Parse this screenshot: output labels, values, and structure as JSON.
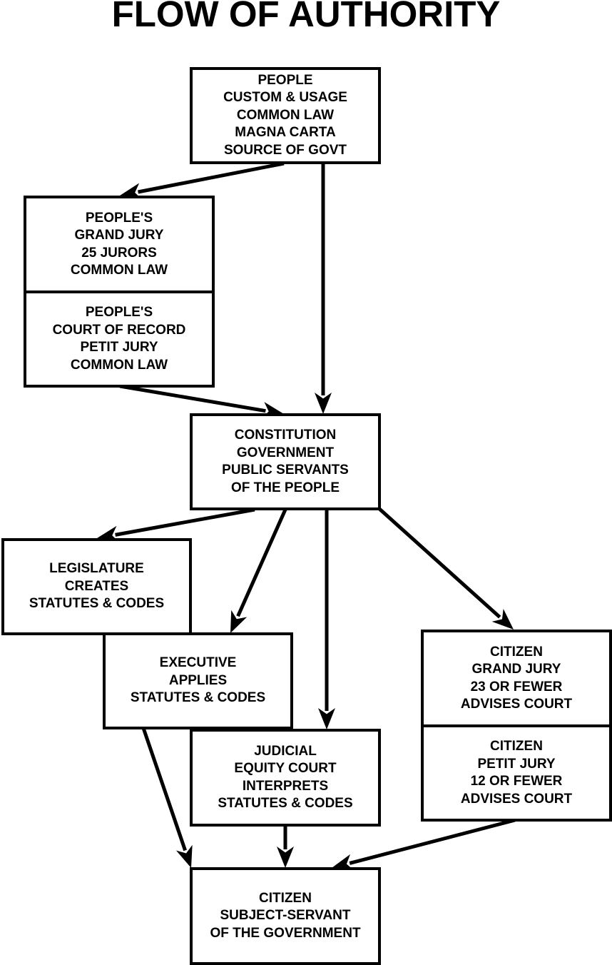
{
  "title": "FLOW OF AUTHORITY",
  "colors": {
    "line": "#000000",
    "background": "#ffffff"
  },
  "boxes": {
    "people": {
      "lines": [
        "PEOPLE",
        "CUSTOM & USAGE",
        "COMMON LAW",
        "MAGNA CARTA",
        "SOURCE OF GOVT"
      ]
    },
    "peoples_grand_jury": {
      "lines": [
        "PEOPLE'S",
        "GRAND JURY",
        "25 JURORS",
        "COMMON LAW"
      ]
    },
    "peoples_court_of_record": {
      "lines": [
        "PEOPLE'S",
        "COURT OF RECORD",
        "PETIT JURY",
        "COMMON LAW"
      ]
    },
    "constitution": {
      "lines": [
        "CONSTITUTION",
        "GOVERNMENT",
        "PUBLIC SERVANTS",
        "OF THE PEOPLE"
      ]
    },
    "legislature": {
      "lines": [
        "LEGISLATURE",
        "CREATES",
        "STATUTES & CODES"
      ]
    },
    "executive": {
      "lines": [
        "EXECUTIVE",
        "APPLIES",
        "STATUTES & CODES"
      ]
    },
    "judicial": {
      "lines": [
        "JUDICIAL",
        "EQUITY COURT",
        "INTERPRETS",
        "STATUTES & CODES"
      ]
    },
    "citizen_grand_jury": {
      "lines": [
        "CITIZEN",
        "GRAND JURY",
        "23 OR FEWER",
        "ADVISES COURT"
      ]
    },
    "citizen_petit_jury": {
      "lines": [
        "CITIZEN",
        "PETIT JURY",
        "12 OR FEWER",
        "ADVISES COURT"
      ]
    },
    "citizen": {
      "lines": [
        "CITIZEN",
        "SUBJECT-SERVANT",
        "OF THE GOVERNMENT"
      ]
    }
  },
  "edges": [
    {
      "from": "people",
      "to": "peoples_grand_jury"
    },
    {
      "from": "people",
      "to": "constitution"
    },
    {
      "from": "peoples_court_of_record",
      "to": "constitution"
    },
    {
      "from": "constitution",
      "to": "legislature"
    },
    {
      "from": "constitution",
      "to": "executive"
    },
    {
      "from": "constitution",
      "to": "judicial"
    },
    {
      "from": "constitution",
      "to": "citizen_grand_jury"
    },
    {
      "from": "executive",
      "to": "citizen"
    },
    {
      "from": "judicial",
      "to": "citizen"
    },
    {
      "from": "citizen_petit_jury",
      "to": "citizen"
    }
  ]
}
